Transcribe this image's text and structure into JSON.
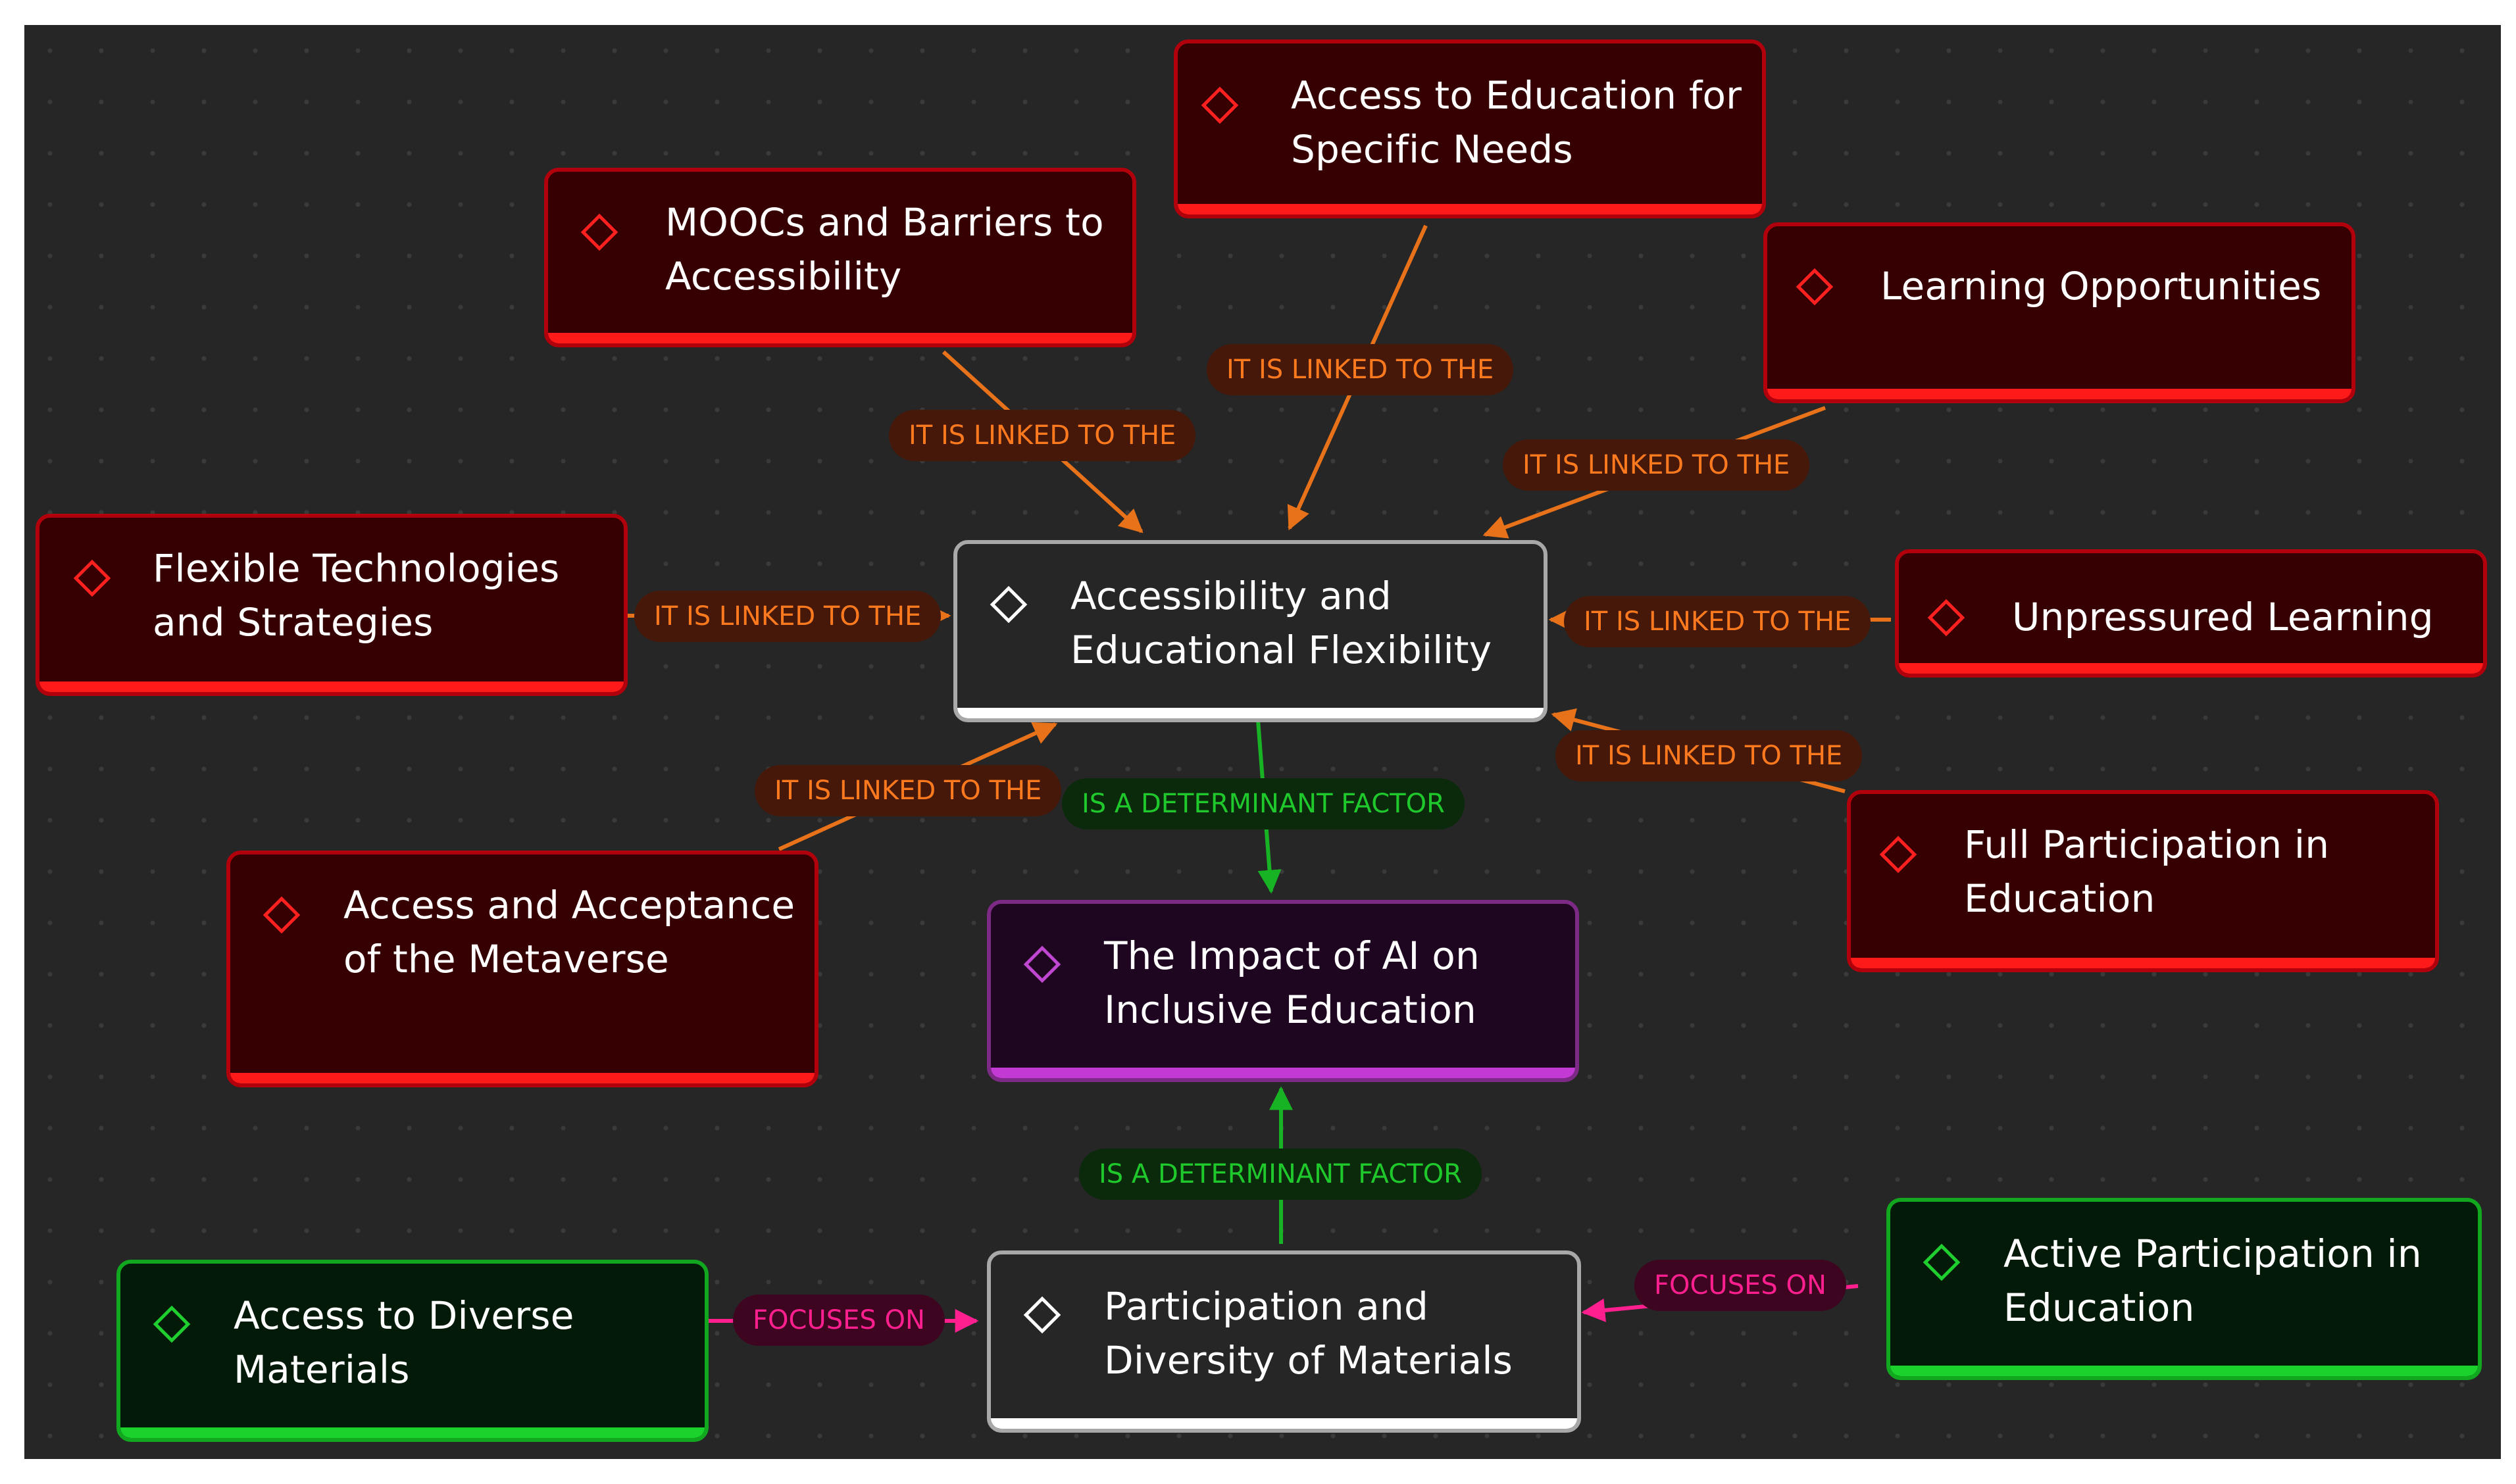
{
  "colors": {
    "canvas_background": "#262626",
    "linked_edge": "#e8721a",
    "determinant_edge": "#18b324",
    "focuses_edge": "#ff1f8f",
    "red_node_fill": "#360003",
    "red_node_accent": "#ff1a1a",
    "purple_node_accent": "#c23ad3",
    "green_node_accent": "#1bd22c"
  },
  "nodes": {
    "access_specific_needs": "Access to Education for\nSpecific Needs",
    "moocs_barriers": "MOOCs and Barriers to\nAccessibility",
    "learning_opportunities": "Learning Opportunities",
    "flexible_technologies": "Flexible Technologies\nand Strategies",
    "accessibility_flexibility": "Accessibility and\nEducational Flexibility",
    "unpressured_learning": "Unpressured Learning",
    "full_participation": "Full Participation in\nEducation",
    "metaverse": "Access and Acceptance\nof the Metaverse",
    "ai_impact": "The Impact of AI on\nInclusive Education",
    "diverse_materials": "Access to Diverse\nMaterials",
    "participation_diversity": "Participation and\nDiversity of Materials",
    "active_participation": "Active Participation in\nEducation"
  },
  "edge_labels": {
    "linked_specific_needs": "IT IS LINKED TO THE",
    "linked_moocs": "IT IS LINKED TO THE",
    "linked_learning_opportunities": "IT IS LINKED TO THE",
    "linked_flexible": "IT IS LINKED TO THE",
    "linked_unpressured": "IT IS LINKED TO THE",
    "linked_full_participation": "IT IS LINKED TO THE",
    "linked_metaverse": "IT IS LINKED TO THE",
    "determinant_accessibility": "IS A DETERMINANT FACTOR",
    "determinant_participation": "IS A DETERMINANT FACTOR",
    "focuses_diverse": "FOCUSES ON",
    "focuses_active": "FOCUSES ON"
  }
}
